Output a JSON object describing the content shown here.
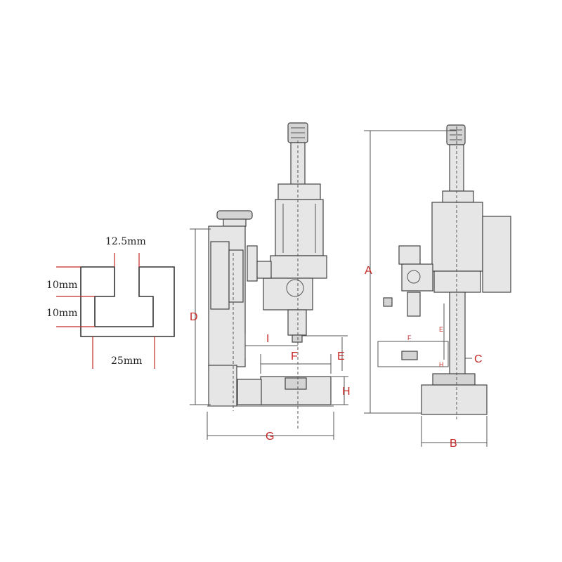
{
  "profile": {
    "top_width": "12.5mm",
    "upper_height": "10mm",
    "lower_height": "10mm",
    "bottom_width": "25mm"
  },
  "front_view": {
    "labels": {
      "D": "D",
      "I": "I",
      "F": "F",
      "E": "E",
      "H": "H",
      "G": "G"
    }
  },
  "side_view": {
    "labels": {
      "A": "A",
      "B": "B",
      "C": "C",
      "E": "E",
      "F": "F",
      "H": "H"
    }
  },
  "colors": {
    "dimension_label": "#c62828",
    "outline": "#333333",
    "body_fill": "#e6e6e6"
  }
}
